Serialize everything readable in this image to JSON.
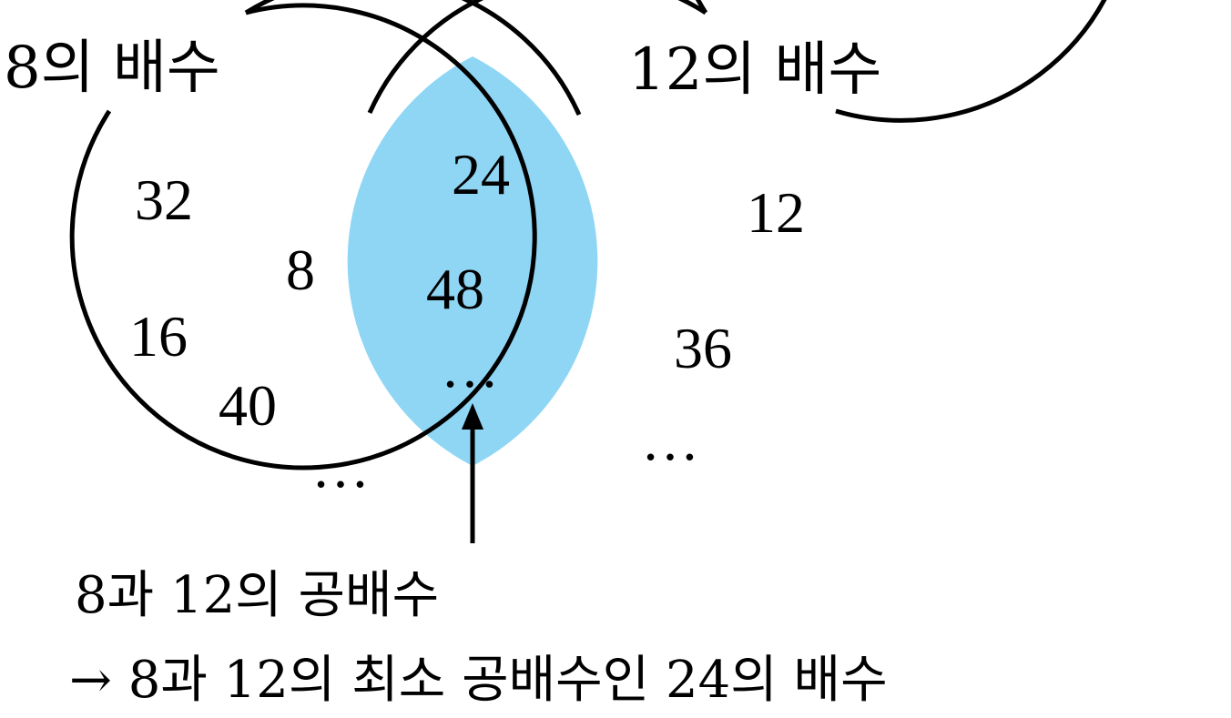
{
  "sets": {
    "left_label": "8의 배수",
    "right_label": "12의 배수"
  },
  "regions": {
    "left_only": [
      "32",
      "8",
      "16",
      "40",
      "…"
    ],
    "intersection": [
      "24",
      "48",
      "…"
    ],
    "right_only": [
      "12",
      "36",
      "…"
    ]
  },
  "annotation": {
    "line1": "8과 12의 공배수",
    "line2": "→ 8과 12의 최소 공배수인 24의 배수"
  },
  "colors": {
    "intersection_fill": "#8fd6f5",
    "stroke": "#000000",
    "background": "#ffffff"
  }
}
